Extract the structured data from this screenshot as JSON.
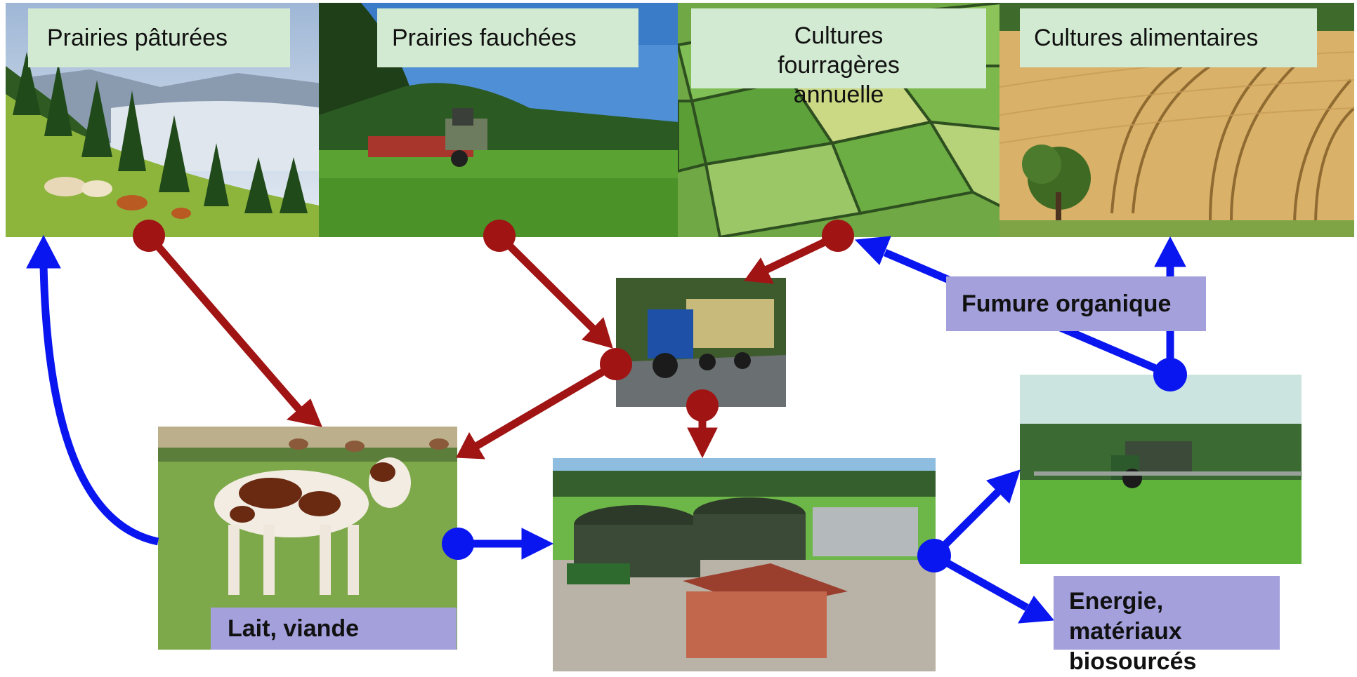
{
  "nodes": {
    "prairies_paturees": "Prairies pâturées",
    "prairies_fauchees": "Prairies fauchées",
    "cultures_fourrageres": "Cultures fourragères annuelle",
    "cultures_alimentaires": "Cultures alimentaires",
    "fumure_organique": "Fumure organique",
    "lait_viande": "Lait, viande",
    "energie_materiaux": "Energie, matériaux biosourcés"
  },
  "colors": {
    "feed_flow": "#a01414",
    "organic_flow": "#0a16f0",
    "label_green": "#d3ead2",
    "label_purple": "#a3a0dc"
  }
}
